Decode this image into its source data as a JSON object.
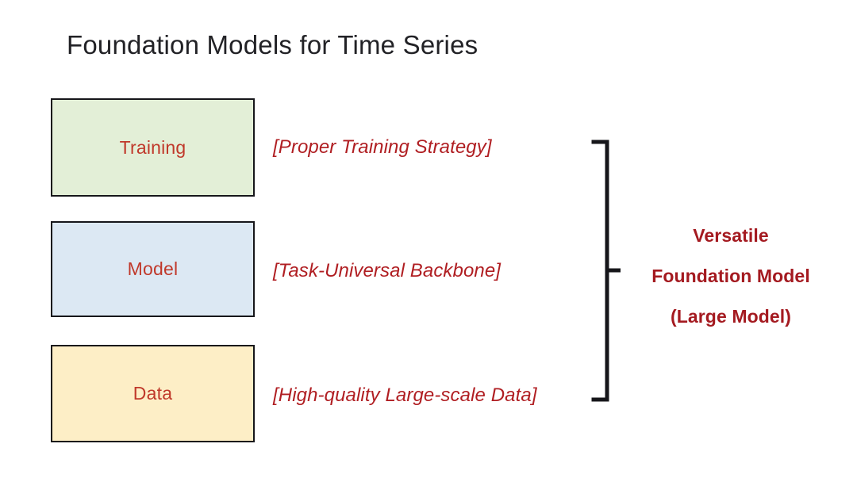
{
  "slide": {
    "title": "Foundation Models for Time Series",
    "background_color": "#ffffff",
    "title_color": "#222226"
  },
  "pillars": [
    {
      "id": "training",
      "label": "Training",
      "fill_color": "#e3efd7",
      "border_color": "#16161a",
      "label_color": "#c0382a",
      "annotation": "[Proper Training Strategy]"
    },
    {
      "id": "model",
      "label": "Model",
      "fill_color": "#dce8f3",
      "border_color": "#16161a",
      "label_color": "#c0382a",
      "annotation": "[Task-Universal Backbone]"
    },
    {
      "id": "data",
      "label": "Data",
      "fill_color": "#fdeec6",
      "border_color": "#16161a",
      "label_color": "#c0382a",
      "annotation": "[High-quality Large-scale Data]"
    }
  ],
  "brace": {
    "icon": "right-curly-brace-icon",
    "color": "#16161a"
  },
  "outcome": {
    "color": "#a41a20",
    "lines": [
      "Versatile",
      "Foundation Model",
      "(Large Model)"
    ]
  },
  "annotation_color": "#b01e22"
}
